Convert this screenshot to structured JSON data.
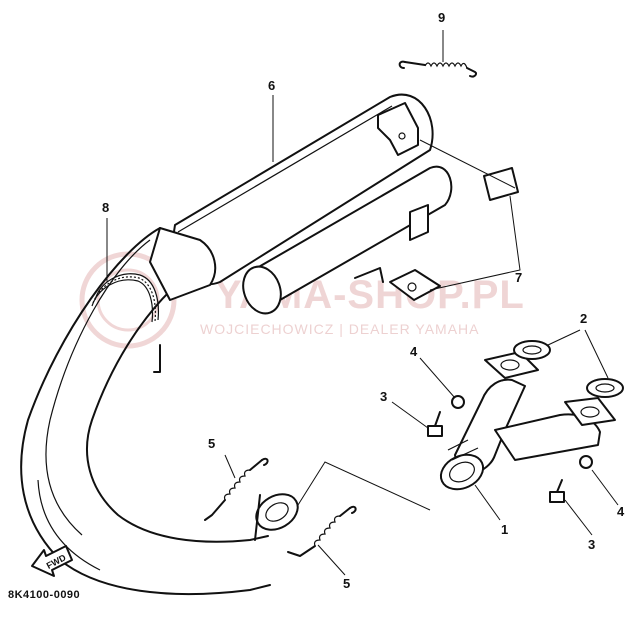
{
  "diagram": {
    "code": "8K4100-0090",
    "fwd_label": "FWD",
    "watermark": {
      "title": "YAMA-SHOP.PL",
      "subtitle": "WOJCIECHOWICZ | DEALER YAMAHA"
    },
    "callouts": [
      {
        "id": "c9",
        "label": "9"
      },
      {
        "id": "c6",
        "label": "6"
      },
      {
        "id": "c8",
        "label": "8"
      },
      {
        "id": "c7",
        "label": "7"
      },
      {
        "id": "c2",
        "label": "2"
      },
      {
        "id": "c4a",
        "label": "4"
      },
      {
        "id": "c3a",
        "label": "3"
      },
      {
        "id": "c5a",
        "label": "5"
      },
      {
        "id": "c1",
        "label": "1"
      },
      {
        "id": "c4b",
        "label": "4"
      },
      {
        "id": "c3b",
        "label": "3"
      },
      {
        "id": "c5b",
        "label": "5"
      }
    ],
    "colors": {
      "ink": "#111111",
      "watermark": "#e2b3b3"
    }
  }
}
